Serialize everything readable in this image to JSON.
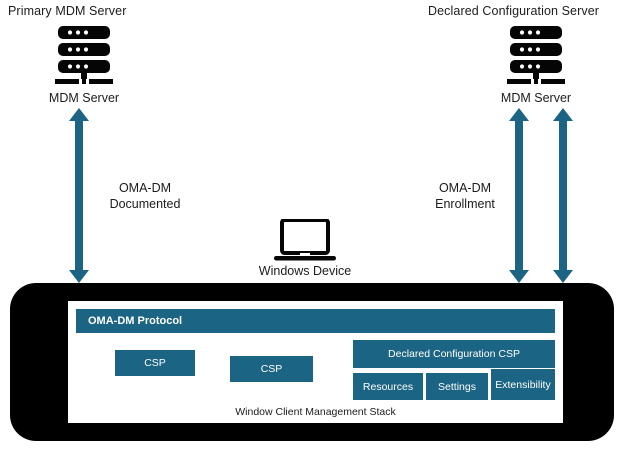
{
  "diagram": {
    "title_left": "Primary MDM Server",
    "title_right": "Declared Configuration Server",
    "accent_color": "#1b6484",
    "shell_color": "#000000",
    "text_color": "#1c1c1c",
    "nodes": {
      "left_server": {
        "header": "Primary MDM Server",
        "icon": "server-rack-icon",
        "caption": "MDM Server"
      },
      "right_server": {
        "header": "Declared Configuration Server",
        "icon": "server-rack-icon",
        "caption": "MDM Server"
      },
      "device": {
        "icon": "laptop-icon",
        "caption": "Windows  Device"
      }
    },
    "connectors": [
      {
        "id": "left-channel",
        "label_line1": "OMA-DM",
        "label_line2": "Documented",
        "direction": "bidirectional"
      },
      {
        "id": "right-channel",
        "label_line1": "OMA-DM",
        "label_line2": "Enrollment",
        "direction": "bidirectional"
      }
    ],
    "stack": {
      "caption": "Window Client Management Stack",
      "protocol_bar": "OMA-DM Protocol",
      "csp_boxes": [
        {
          "label": "CSP"
        },
        {
          "label": "CSP"
        }
      ],
      "declared_csp": "Declared Configuration CSP",
      "declared_children": [
        {
          "label": "Resources"
        },
        {
          "label": "Settings"
        },
        {
          "label": "Extensibility"
        }
      ]
    }
  }
}
